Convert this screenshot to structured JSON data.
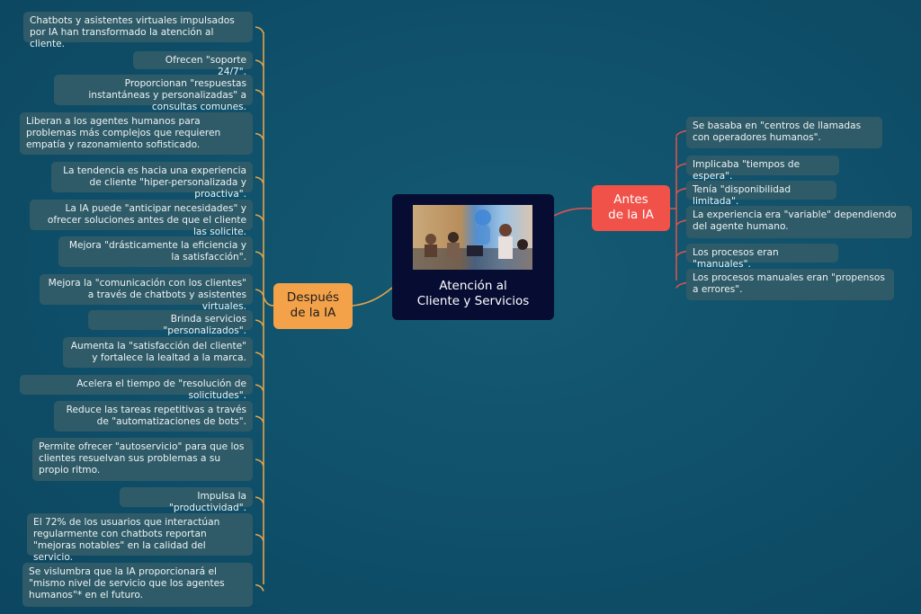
{
  "center": {
    "title_line1": "Atención al",
    "title_line2": "Cliente y Servicios",
    "image_icon": "customer-service-ai-illustration"
  },
  "before": {
    "label_line1": "Antes",
    "label_line2": "de la IA",
    "items": [
      "Se basaba en \"centros de llamadas con operadores humanos\".",
      "Implicaba \"tiempos de espera\".",
      "Tenía \"disponibilidad limitada\".",
      "La experiencia era \"variable\" dependiendo del agente humano.",
      "Los procesos eran \"manuales\".",
      "Los procesos manuales eran \"propensos a errores\"."
    ]
  },
  "after": {
    "label_line1": "Después",
    "label_line2": "de la IA",
    "items": [
      "Chatbots y asistentes virtuales impulsados por IA han transformado la atención al cliente.",
      "Ofrecen \"soporte 24/7\".",
      "Proporcionan \"respuestas instantáneas y personalizadas\" a consultas comunes.",
      "Liberan a los agentes humanos  para problemas más complejos que requieren empatía y razonamiento sofisticado.",
      "La tendencia es hacia una experiencia de cliente \"hiper-personalizada y proactiva\".",
      "La IA puede \"anticipar necesidades\" y ofrecer soluciones antes de que el cliente las solicite.",
      "Mejora \"drásticamente la eficiencia y la satisfacción\".",
      "Mejora la \"comunicación con los clientes\" a través de chatbots y asistentes virtuales.",
      "Brinda servicios \"personalizados\".",
      "Aumenta la \"satisfacción del cliente\" y fortalece la lealtad a la marca.",
      "Acelera el tiempo de \"resolución de solicitudes\".",
      "Reduce las tareas repetitivas a través de \"automatizaciones de bots\".",
      "Permite ofrecer \"autoservicio\" para que los clientes resuelvan sus problemas a su propio ritmo.",
      "Impulsa la \"productividad\".",
      "El 72% de los usuarios que interactúan regularmente con chatbots reportan \"mejoras notables\" en la calidad del servicio.",
      "Se vislumbra que la IA proporcionará el \"mismo nivel de servicio que los agentes humanos\"* en el futuro."
    ]
  },
  "colors": {
    "after": "#f4a24a",
    "before": "#f0524a",
    "center": "#070c33",
    "box": "#2f5b69"
  }
}
